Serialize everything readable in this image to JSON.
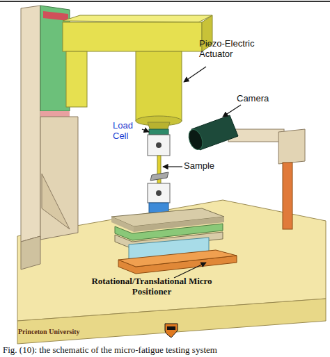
{
  "diagram": {
    "caption": "Fig. (10): the schematic of the micro-fatigue testing system",
    "labels": [
      "Piezo-Electric Actuator",
      "Camera",
      "Load Cell",
      "Sample",
      "Rotational/Translational Micro Positioner",
      "Princeton University"
    ]
  }
}
